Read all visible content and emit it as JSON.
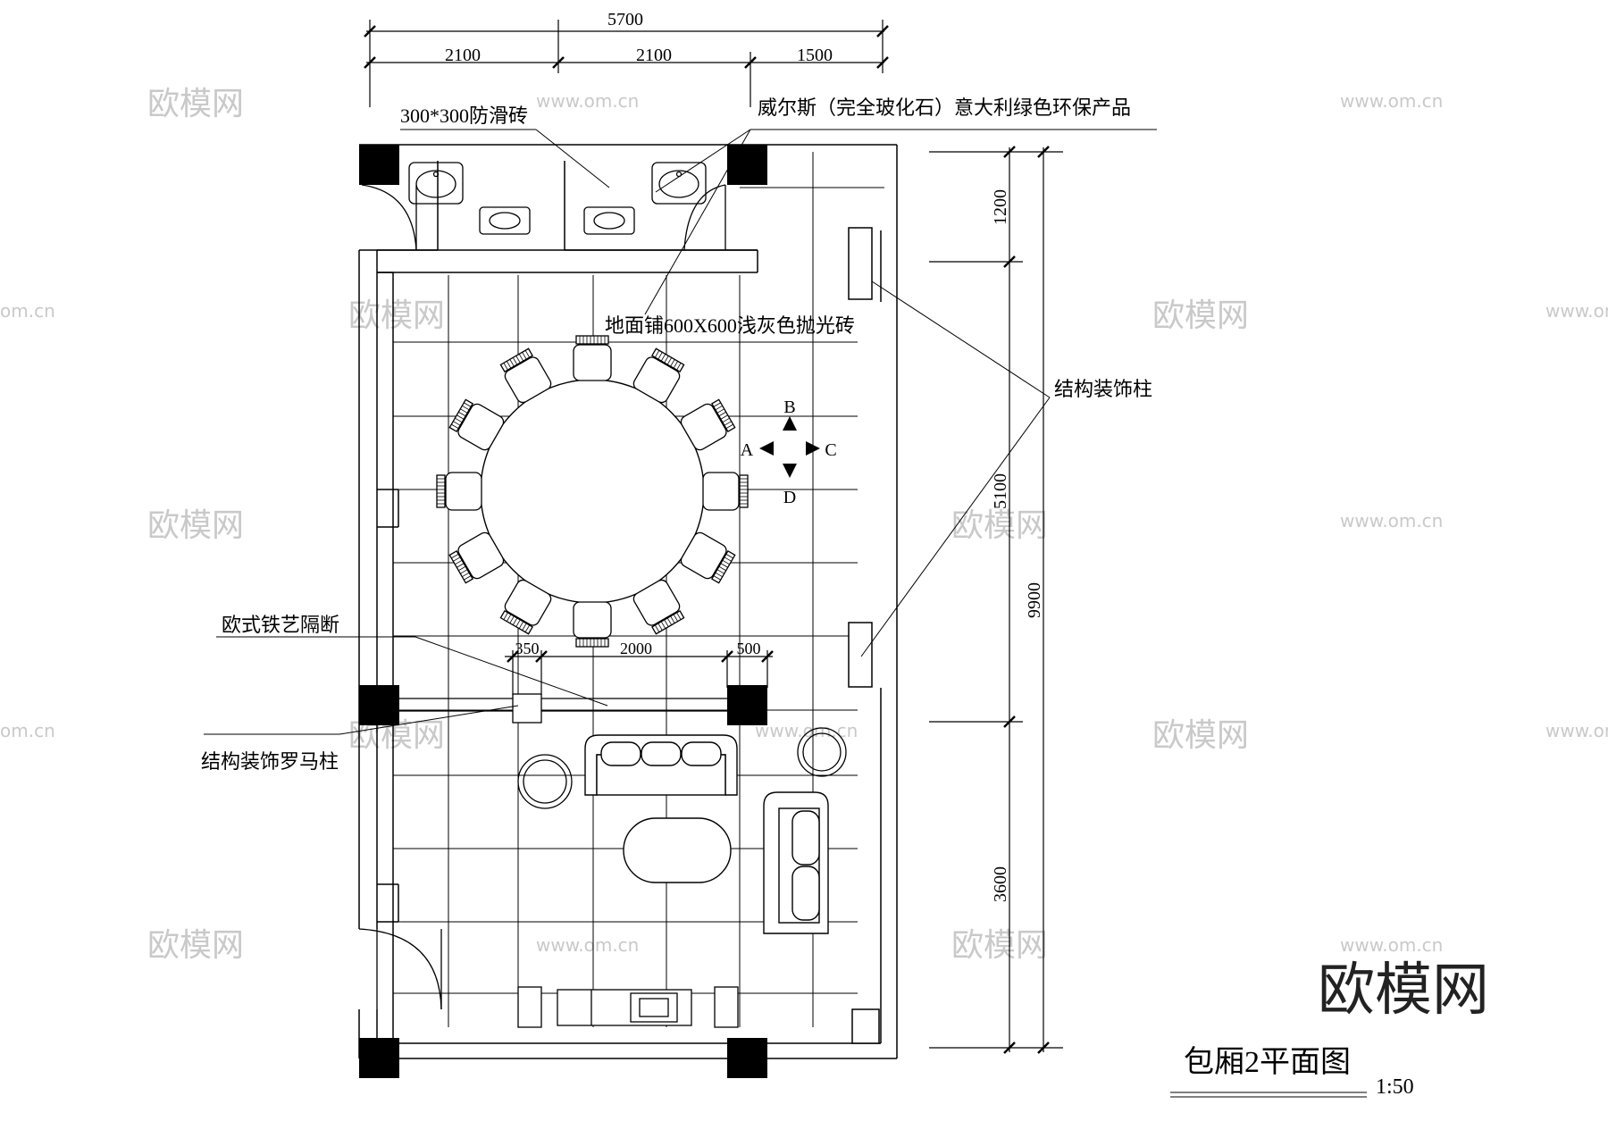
{
  "drawing": {
    "title": "包厢2平面图",
    "scale": "1:50"
  },
  "dimensions": {
    "top_total": "5700",
    "top_a": "2100",
    "top_b": "2100",
    "top_c": "1500",
    "right_total": "9900",
    "right_a": "1200",
    "right_b": "5100",
    "right_c": "3600",
    "partition_a": "350",
    "partition_b": "2000",
    "partition_c": "500"
  },
  "annotations": {
    "antislip_tile": "300*300防滑砖",
    "brand_note": "威尔斯（完全玻化石）意大利绿色环保产品",
    "floor_tile": "地面铺600X600浅灰色抛光砖",
    "decor_column": "结构装饰柱",
    "iron_partition": "欧式铁艺隔断",
    "roman_column": "结构装饰罗马柱"
  },
  "view_markers": {
    "a": "A",
    "b": "B",
    "c": "C",
    "d": "D"
  },
  "watermarks": {
    "brand": "欧模网",
    "site": "www.om.cn",
    "site_partial": "om.cn",
    "big": "欧模网"
  }
}
